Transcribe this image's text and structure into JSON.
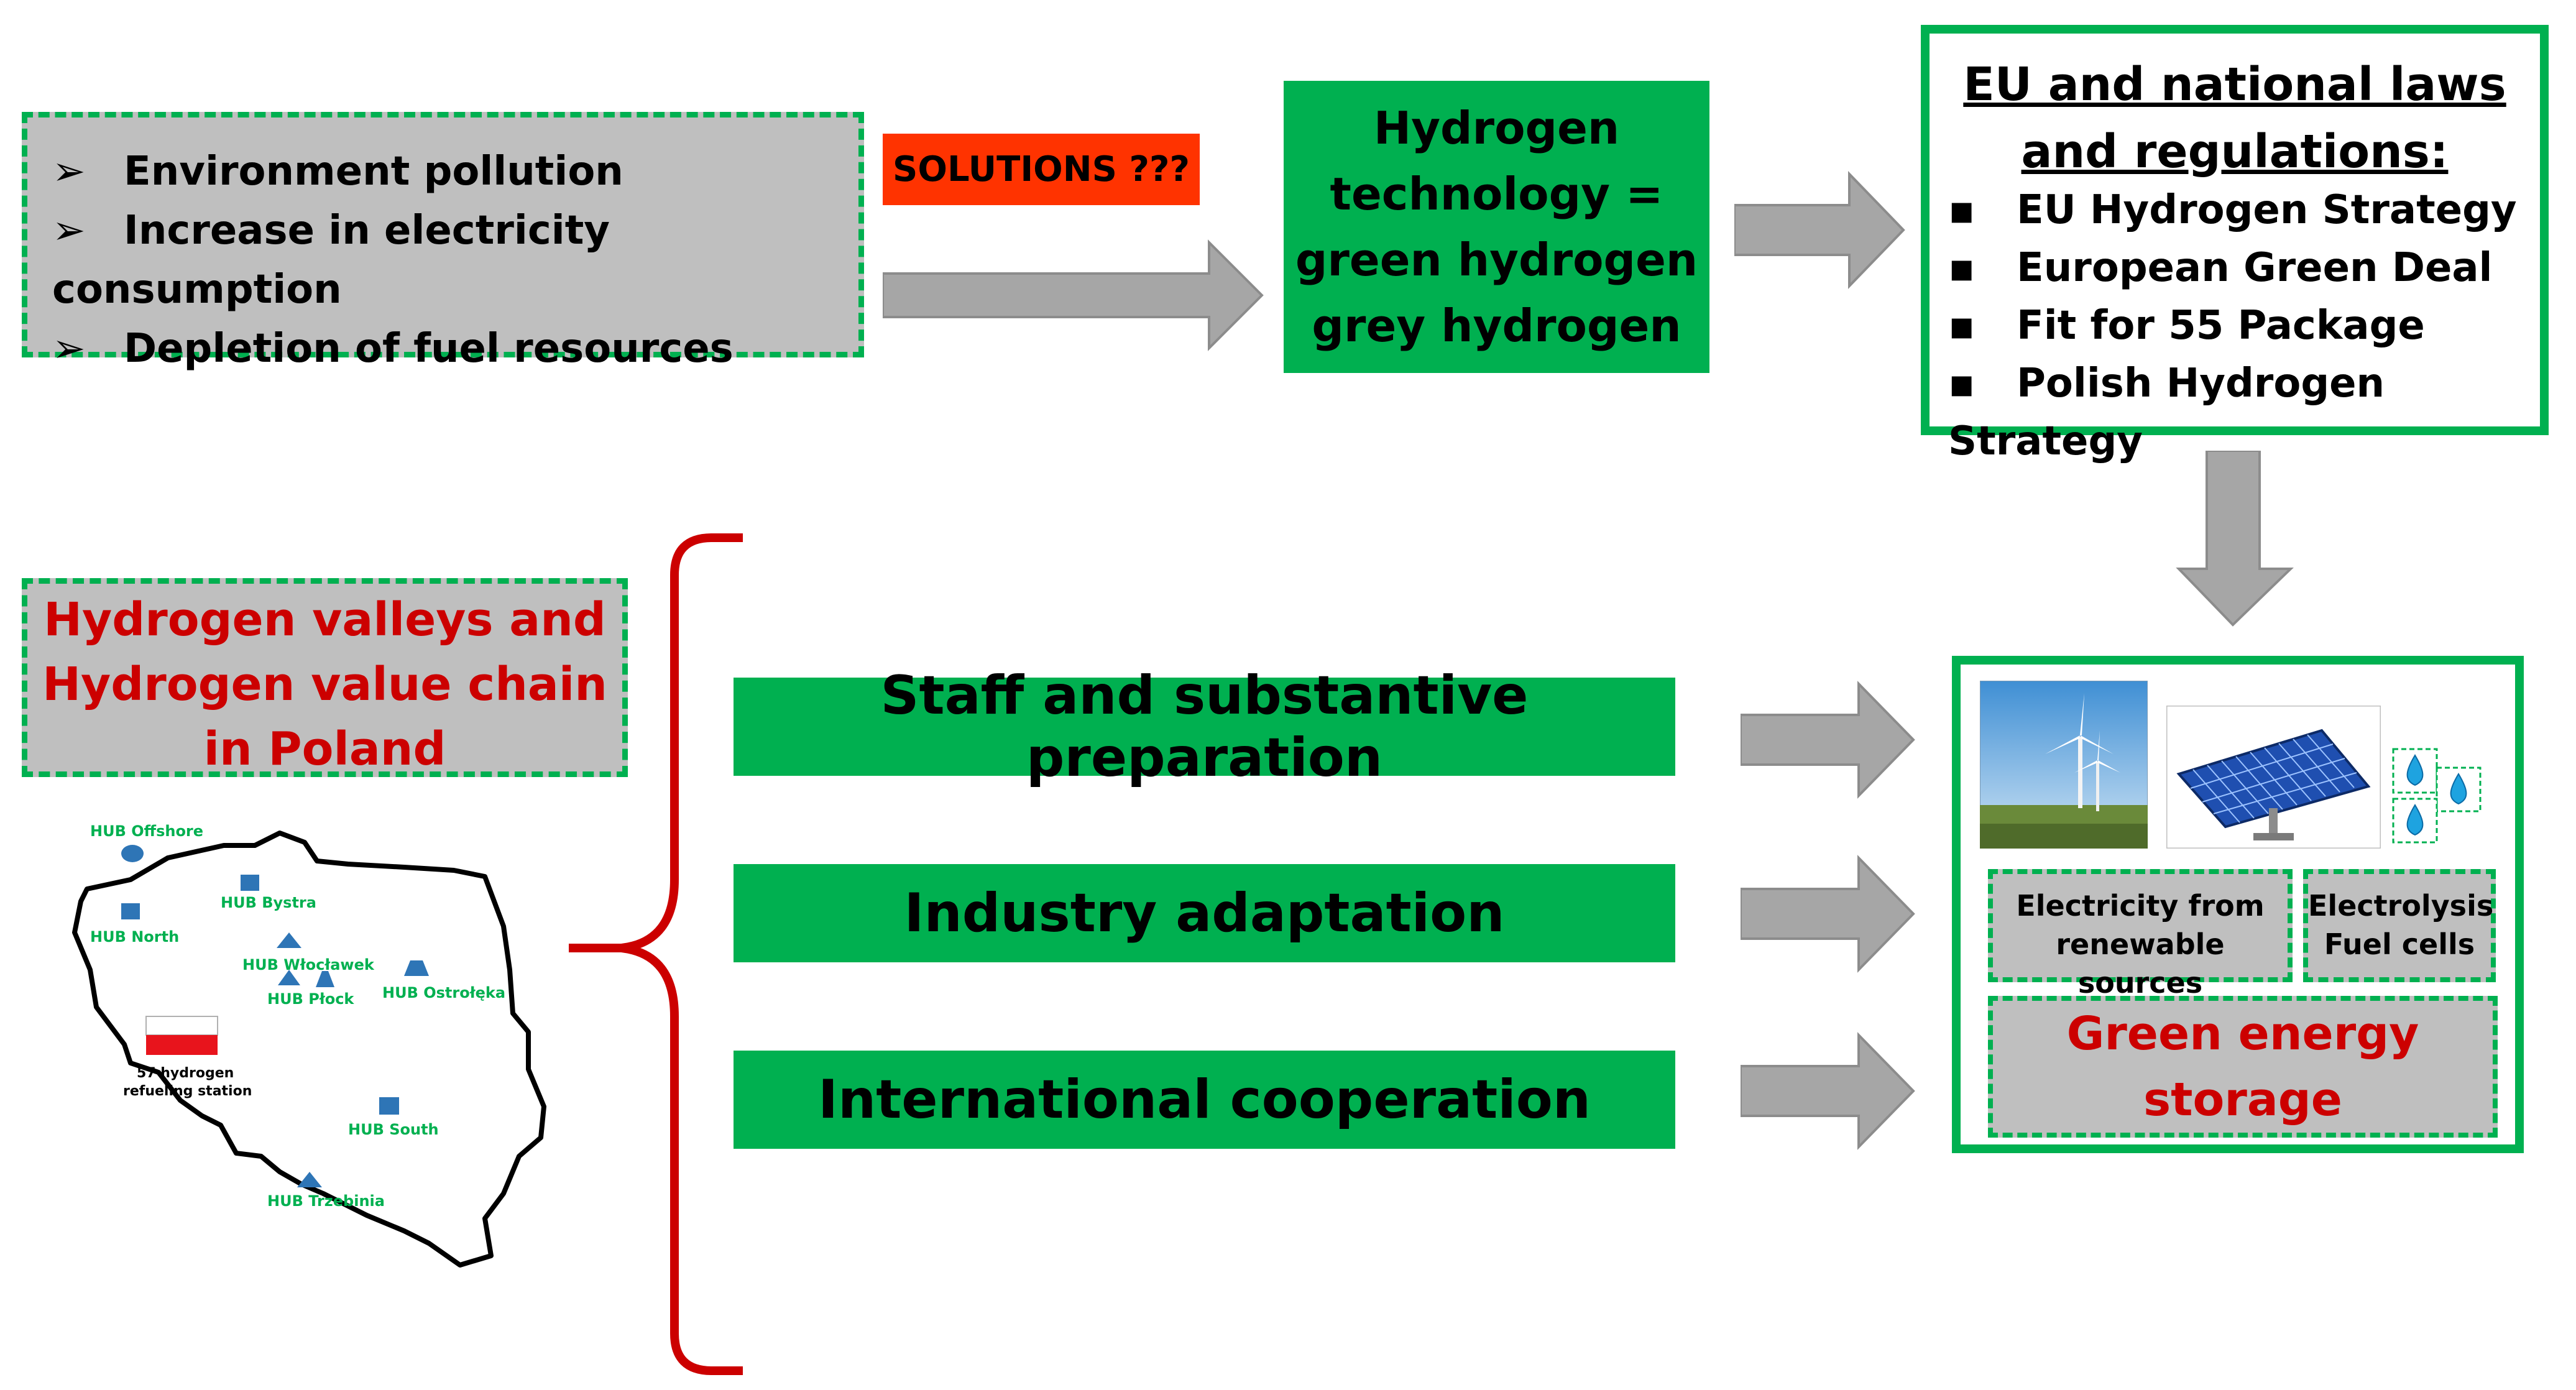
{
  "problems": {
    "items": [
      "Environment pollution",
      "Increase in electricity consumption",
      "Depletion of fuel resources"
    ]
  },
  "solutions_label": "SOLUTIONS ???",
  "hydrogen_tech": {
    "lines": [
      "Hydrogen",
      "technology =",
      "green hydrogen",
      "grey hydrogen"
    ]
  },
  "laws": {
    "title_line1": "EU and national laws",
    "title_line2": "and regulations:",
    "items": [
      "EU Hydrogen Strategy",
      "European Green Deal",
      "Fit for 55 Package",
      "Polish Hydrogen Strategy"
    ]
  },
  "valleys": {
    "lines": [
      "Hydrogen valleys and",
      "Hydrogen value chain",
      "in Poland"
    ]
  },
  "actions": [
    "Staff and substantive preparation",
    "Industry adaptation",
    "International cooperation"
  ],
  "outcome": {
    "renewables": [
      "Electricity from",
      "renewable sources"
    ],
    "electrolysis": [
      "Electrolysis",
      "Fuel cells"
    ],
    "storage": [
      "Green energy",
      "storage"
    ]
  },
  "map": {
    "hubs": [
      "HUB Offshore",
      "HUB Bystra",
      "HUB North",
      "HUB Włocławek",
      "HUB Ostrołęka",
      "HUB Płock",
      "HUB South",
      "HUB Trzebinia"
    ],
    "stations_label": [
      "57 hydrogen",
      "refueling station"
    ]
  },
  "colors": {
    "green": "#00b050",
    "gray": "#bfbfbf",
    "red": "#cc0000",
    "solutions_bg": "#ff3300",
    "arrow_gray": "#a6a6a6",
    "hub_blue": "#2e75b6",
    "hub_text": "#00b050"
  }
}
